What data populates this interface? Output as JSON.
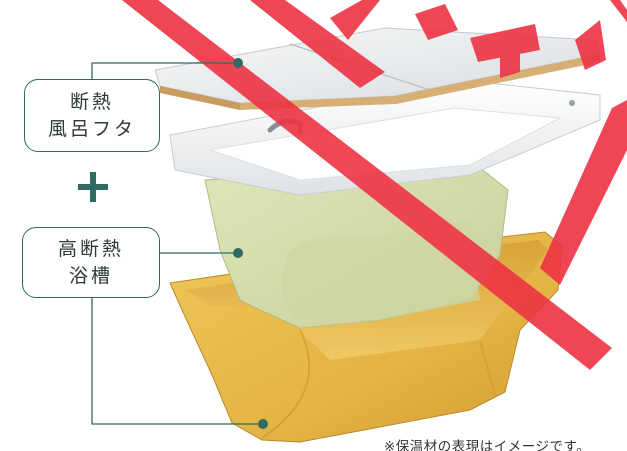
{
  "labels": {
    "lid": {
      "line1": "断熱",
      "line2": "風呂フタ"
    },
    "tub": {
      "line1": "高断熱",
      "line2": "浴槽"
    }
  },
  "plus_symbol": "plus",
  "note": "※保温材の表現はイメージです。",
  "colors": {
    "accent_teal": "#2f6b64",
    "stamp_red": "#ee3344",
    "lid_white": "#eef0f2",
    "tub_white": "#f4f5f6",
    "inner_tub_green": "#d6dcab",
    "insulation_orange": "#e6b848"
  }
}
